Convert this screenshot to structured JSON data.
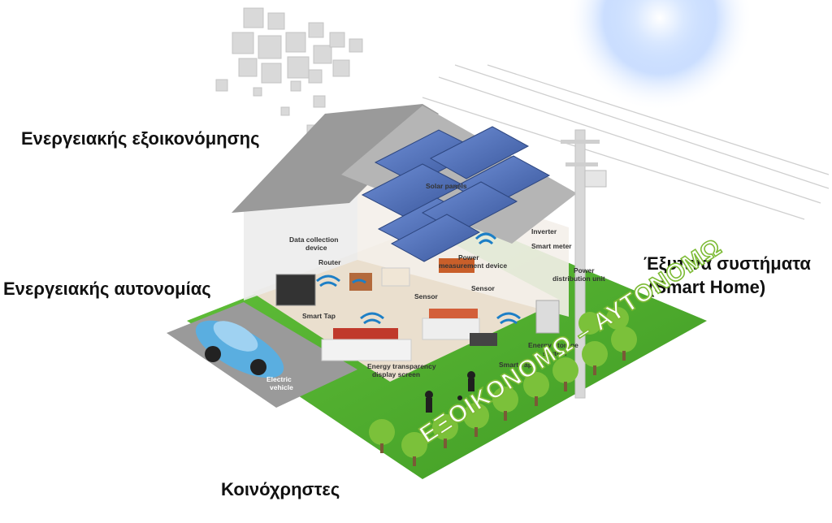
{
  "captions": {
    "energy_savings": "Ενεργειακής εξοικονόμησης",
    "energy_autonomy": "Ενεργειακής αυτονομίας",
    "smart_systems_line1": "Έξυπνα συστήματα",
    "smart_systems_line2": "(Smart Home)",
    "common_areas": "Κοινόχρηστες"
  },
  "slogan": "ΕΞΟΙΚΟΝΟΜΩ – ΑΥΤΟΝΟΜΩ",
  "labels": {
    "solar_panels": "Solar panels",
    "inverter": "Inverter",
    "smart_meter": "Smart meter",
    "power_distribution_unit_1": "Power",
    "power_distribution_unit_2": "distribution unit",
    "data_collection_1": "Data collection",
    "data_collection_2": "device",
    "router": "Router",
    "power_measurement_1": "Power",
    "power_measurement_2": "measurement device",
    "sensor_left": "Sensor",
    "sensor_right": "Sensor",
    "smart_tap_left": "Smart Tap",
    "smart_tap_right": "Smart Tap",
    "energy_storage_1": "Energy storage",
    "energy_storage_2": "system",
    "display_1": "Energy transparency",
    "display_2": "display screen",
    "ev_1": "Electric",
    "ev_2": "vehicle"
  },
  "colors": {
    "grass": "#4cad2d",
    "panel": "#4f6fb5",
    "slogan_outline": "#7dbb35",
    "sun": "#bcd7ff",
    "car": "#5aaee0"
  }
}
